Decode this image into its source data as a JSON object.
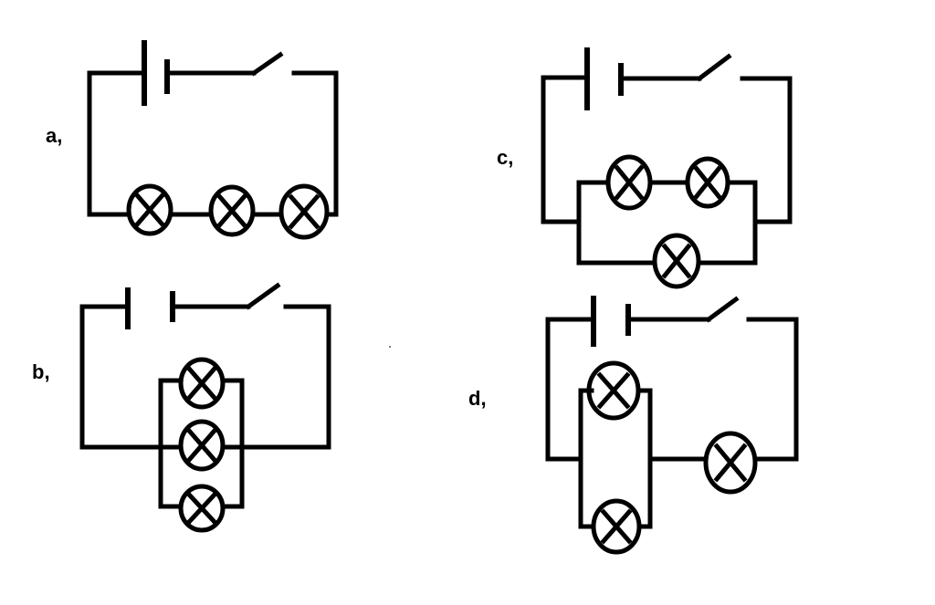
{
  "labels": {
    "a": "a,",
    "b": "b,",
    "c": "c,",
    "d": "d,"
  },
  "colors": {
    "stroke": "#000000",
    "background": "#ffffff"
  },
  "components": [
    "battery",
    "switch",
    "lamp"
  ],
  "circuits": {
    "a": {
      "battery": 1,
      "switch": 1,
      "lamps": 3
    },
    "b": {
      "battery": 1,
      "switch": 1,
      "lamps": 3
    },
    "c": {
      "battery": 1,
      "switch": 1,
      "lamps": 3
    },
    "d": {
      "battery": 1,
      "switch": 1,
      "lamps": 3
    }
  }
}
